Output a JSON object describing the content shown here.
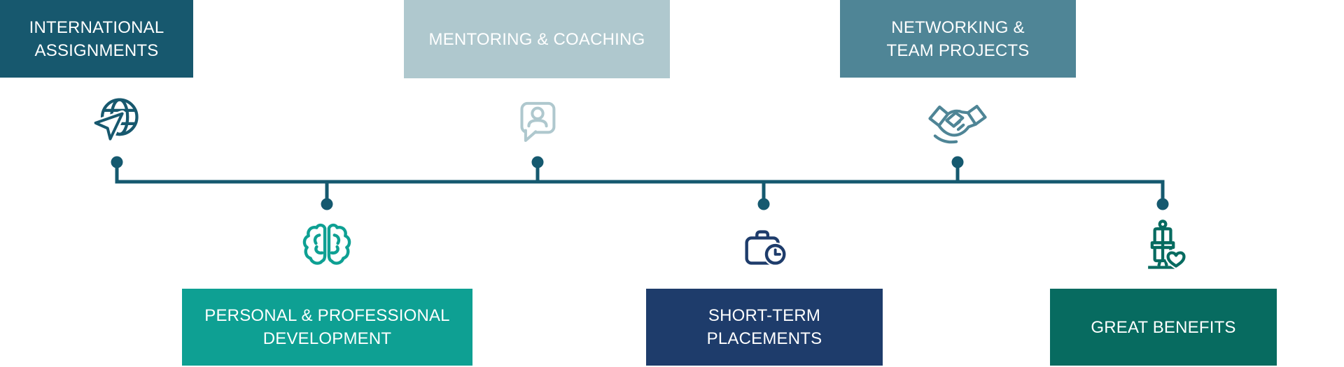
{
  "diagram": {
    "type": "timeline-infographic",
    "line_color": "#15596F",
    "items": [
      {
        "label": "INTERNATIONAL\nASSIGNMENTS",
        "color": "#17586E",
        "icon": "globe-plane-icon",
        "side": "top"
      },
      {
        "label": "PERSONAL & PROFESSIONAL\nDEVELOPMENT",
        "color": "#0EA093",
        "icon": "brain-icon",
        "side": "bottom"
      },
      {
        "label": "MENTORING & COACHING",
        "color": "#AFC8CE",
        "icon": "chat-person-icon",
        "side": "top"
      },
      {
        "label": "SHORT-TERM\nPLACEMENTS",
        "color": "#1E3C6B",
        "icon": "briefcase-clock-icon",
        "side": "bottom"
      },
      {
        "label": "NETWORKING &\nTEAM PROJECTS",
        "color": "#4F8596",
        "icon": "handshake-icon",
        "side": "top"
      },
      {
        "label": "GREAT BENEFITS",
        "color": "#076B60",
        "icon": "gift-heart-icon",
        "side": "bottom"
      }
    ]
  }
}
